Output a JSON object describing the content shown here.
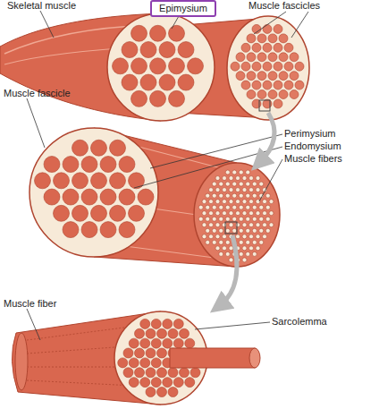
{
  "diagram": {
    "nodes": [
      {
        "text": [
          "Epimysium"
        ]
      }
    ],
    "labels": [
      "Skeletal muscle",
      "Muscle fascicles",
      "Muscle fascicle",
      "Perimysium",
      "Endomysium",
      "Muscle fibers",
      "Muscle fiber",
      "Sarcolemma"
    ]
  }
}
